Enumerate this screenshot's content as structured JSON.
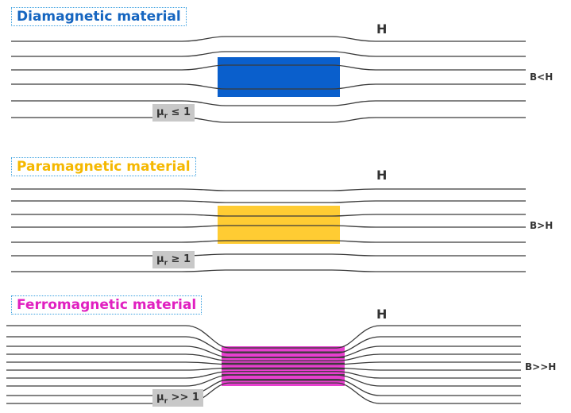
{
  "panels": [
    {
      "id": "diamagnetic",
      "title": "Diamagnetic material",
      "title_color": "#1565c0",
      "fill_color": "#0a5fcc",
      "h_label": "H",
      "b_label": "B<H",
      "mu_symbol": "μ",
      "mu_sub": "r",
      "mu_relation": " ≤ 1"
    },
    {
      "id": "paramagnetic",
      "title": "Paramagnetic material",
      "title_color": "#f5b800",
      "fill_color": "#ffcc33",
      "h_label": "H",
      "b_label": "B>H",
      "mu_symbol": "μ",
      "mu_sub": "r",
      "mu_relation": " ≥ 1"
    },
    {
      "id": "ferromagnetic",
      "title": "Ferromagnetic material",
      "title_color": "#e020c0",
      "fill_color": "#e83fcf",
      "h_label": "H",
      "b_label": "B>>H",
      "mu_symbol": "μ",
      "mu_sub": "r",
      "mu_relation": " >> 1"
    }
  ]
}
